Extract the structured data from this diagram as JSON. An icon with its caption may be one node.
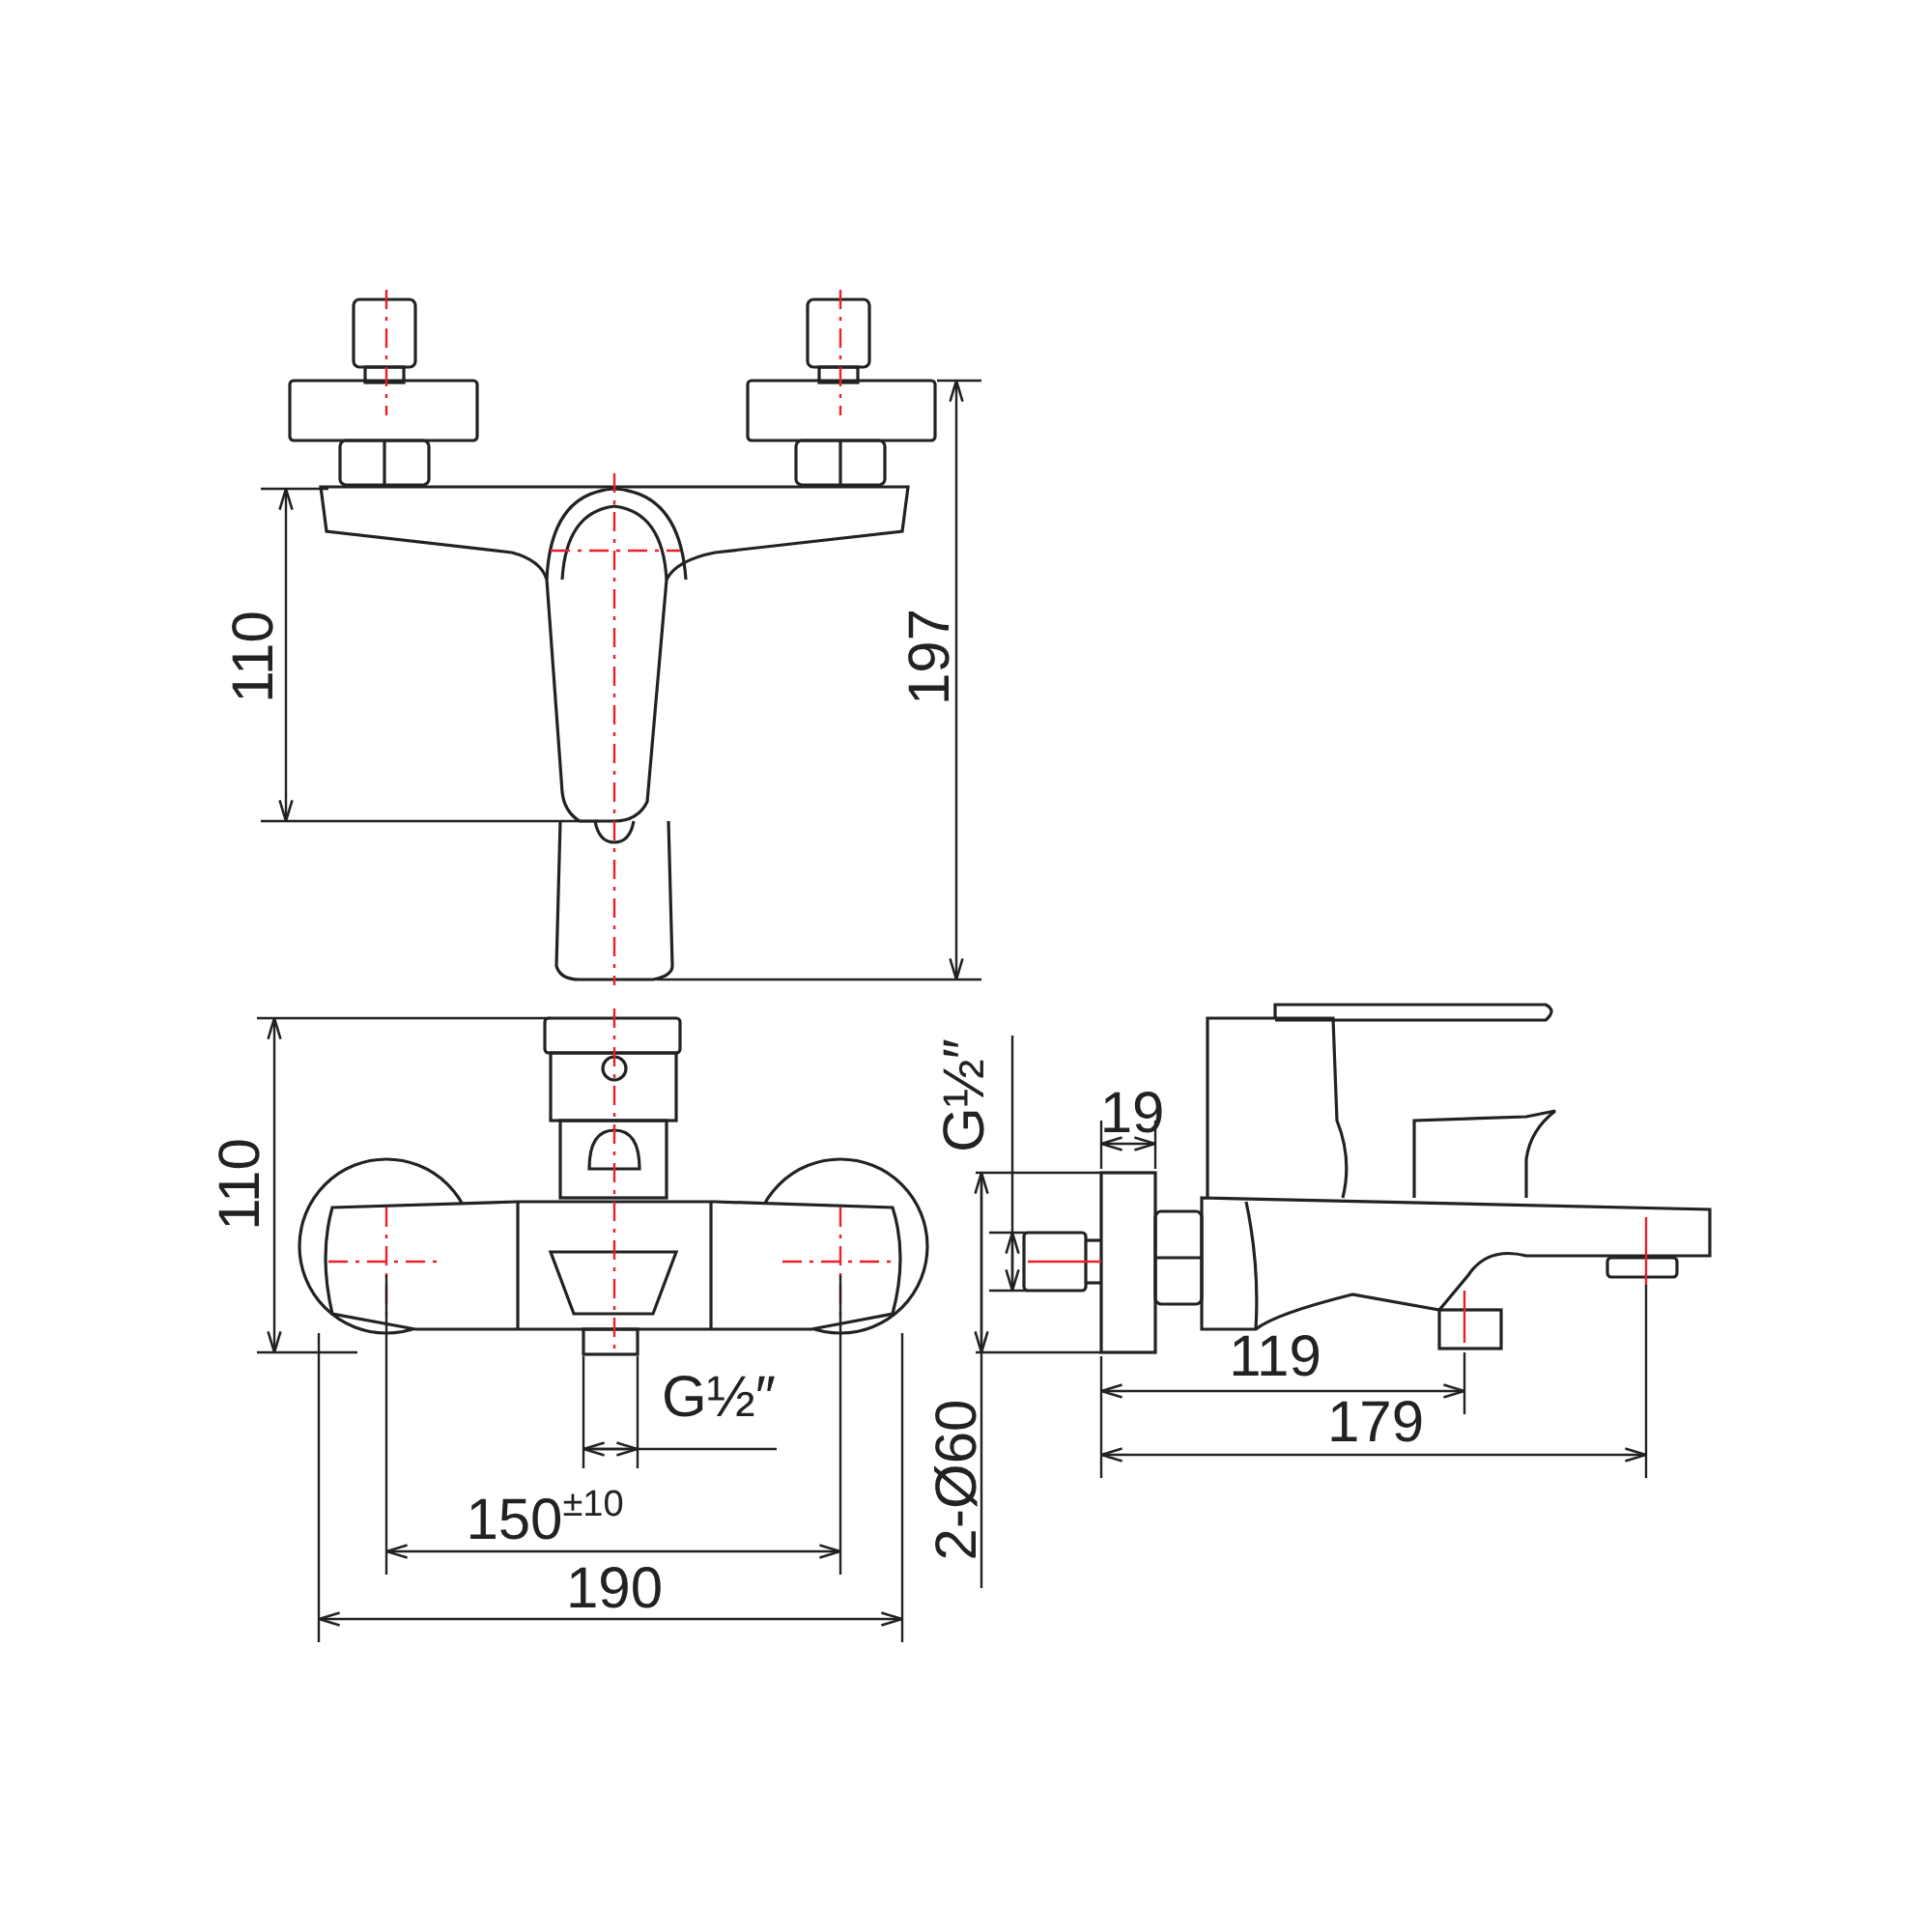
{
  "diagram": {
    "labels": [
      "110",
      "197",
      "110",
      "G½″",
      "150$^{±10}$",
      "190",
      "G½″",
      "19",
      "2-Ø60",
      "119",
      "179"
    ]
  }
}
